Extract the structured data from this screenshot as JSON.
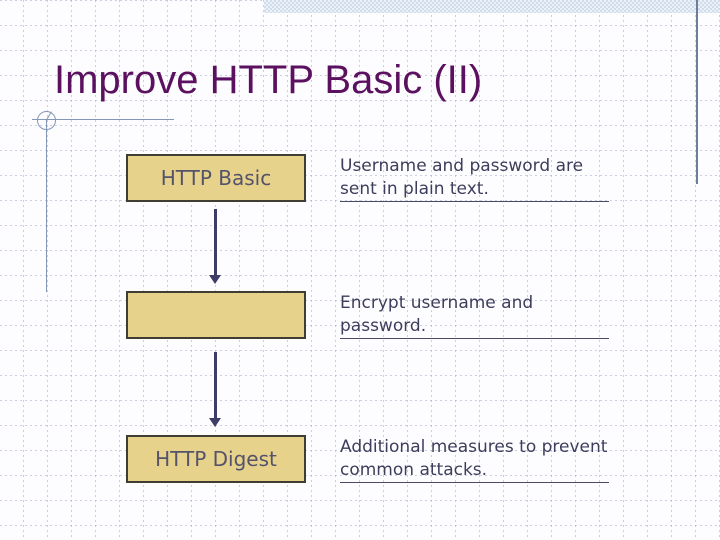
{
  "slide": {
    "title": "Improve HTTP Basic (II)",
    "flow": [
      {
        "box_label": "HTTP Basic",
        "note_lines": [
          "Username and password are",
          "sent in plain text."
        ]
      },
      {
        "box_label": "",
        "note_lines": [
          "Encrypt username and",
          "password."
        ]
      },
      {
        "box_label": "HTTP Digest",
        "note_lines": [
          "Additional measures to prevent",
          "common attacks."
        ]
      }
    ],
    "colors": {
      "title_text": "#5c1160",
      "box_fill": "#e7d28c",
      "box_border": "#403d33",
      "box_label_text": "#54536a",
      "note_text": "#3d3d5c",
      "note_underline": "#4a4a66",
      "arrow": "#3d3d68",
      "ornament_line": "#8596b7",
      "top_bar_fill": "#cfdcec",
      "right_edge_line": "#6b7e9b",
      "grid_dots": "#cdd5e3"
    }
  }
}
